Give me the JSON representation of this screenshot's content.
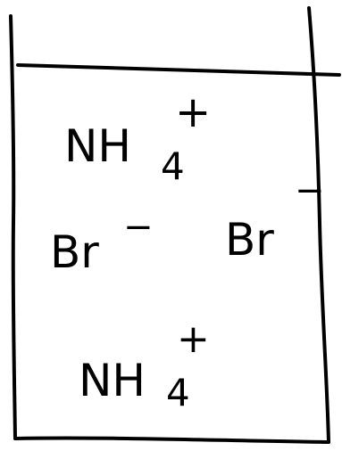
{
  "ions": [
    {
      "base": "NH",
      "subscript": "4",
      "charge": "+"
    },
    {
      "base": "Br",
      "charge": "−"
    },
    {
      "base": "Br",
      "charge": "−"
    },
    {
      "base": "NH",
      "subscript": "4",
      "charge": "+"
    }
  ],
  "colors": {
    "ink": "#000000",
    "background": "#ffffff"
  }
}
